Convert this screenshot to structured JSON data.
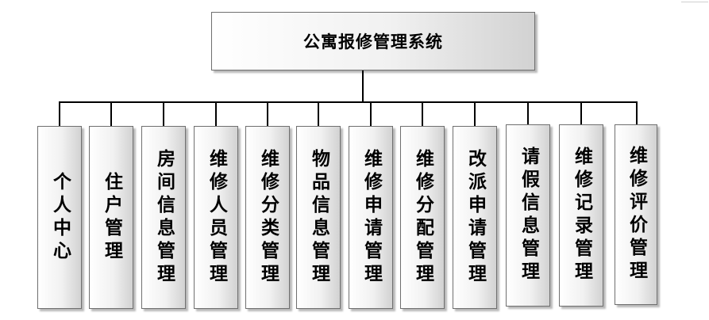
{
  "diagram": {
    "root": {
      "label": "公寓报修管理系统"
    },
    "children": [
      {
        "label": "个人中心"
      },
      {
        "label": "住户管理"
      },
      {
        "label": "房间信息管理"
      },
      {
        "label": "维修人员管理"
      },
      {
        "label": "维修分类管理"
      },
      {
        "label": "物品信息管理"
      },
      {
        "label": "维修申请管理"
      },
      {
        "label": "维修分配管理"
      },
      {
        "label": "改派申请管理"
      },
      {
        "label": "请假信息管理"
      },
      {
        "label": "维修记录管理"
      },
      {
        "label": "维修评价管理"
      }
    ]
  }
}
